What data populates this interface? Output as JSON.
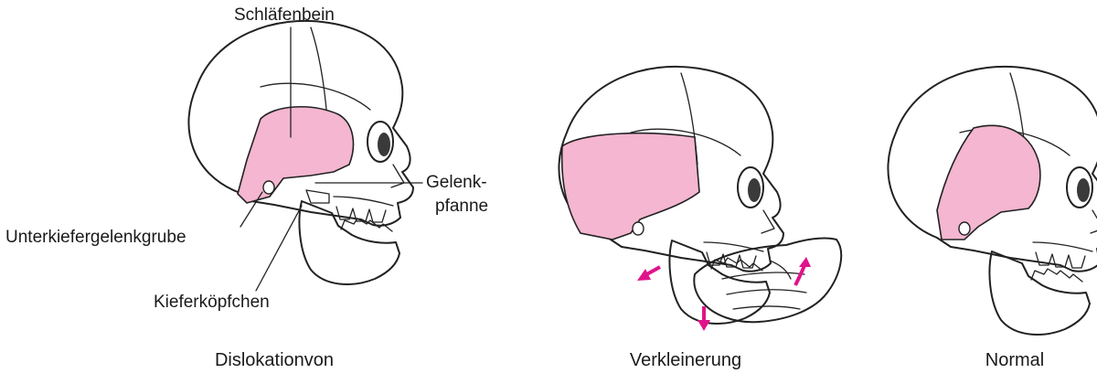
{
  "labels": {
    "temporal_bone": "Schläfenbein",
    "articular_socket_line1": "Gelenk-",
    "articular_socket_line2": "pfanne",
    "mandibular_fossa": "Unterkiefergelenkgrube",
    "condyle": "Kieferköpfchen"
  },
  "captions": {
    "left": "Dislokationvon",
    "middle": "Verkleinerung",
    "right": "Normal"
  },
  "colors": {
    "bone_pink": "#f4b6d0",
    "jaw_pink": "#e9c3d5",
    "arrow_magenta": "#e0148a",
    "outline": "#222222"
  }
}
